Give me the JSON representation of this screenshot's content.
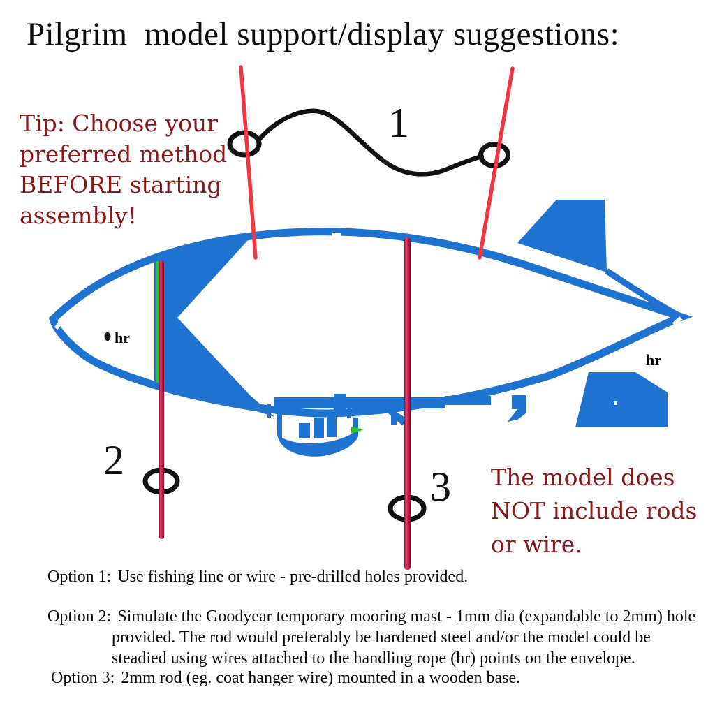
{
  "title": "Pilgrim  model support/display suggestions:",
  "tip": {
    "lines": [
      "Tip: Choose your",
      "preferred method",
      "BEFORE starting",
      "assembly!"
    ]
  },
  "note": {
    "lines": [
      "The model does",
      "NOT include rods",
      "or wire."
    ]
  },
  "diagram": {
    "labels": {
      "wire_option": "1",
      "front_rod_option": "2",
      "mast_rod_option": "3",
      "hr_front": "hr",
      "hr_rear": "hr"
    }
  },
  "options": [
    {
      "label": "Option 1:",
      "lines": [
        "Use fishing line or wire - pre-drilled holes provided."
      ]
    },
    {
      "label": "Option 2:",
      "lines": [
        "Simulate the Goodyear temporary mooring mast - 1mm dia (expandable to 2mm) hole",
        "provided. The rod would preferably be hardened steel and/or the model could be",
        "steadied using wires attached to the handling rope (hr) points on the envelope."
      ]
    },
    {
      "label": "Option 3:",
      "lines": [
        "2mm rod (eg. coat hanger wire) mounted in a wooden base."
      ]
    }
  ],
  "colors": {
    "envelope_blue": "#1e72d0",
    "rod_crimson": "#d02153",
    "wire_red": "#f23542",
    "tip_maroon": "#8b1717",
    "marker_green": "#25c829",
    "ink_black": "#111111"
  }
}
